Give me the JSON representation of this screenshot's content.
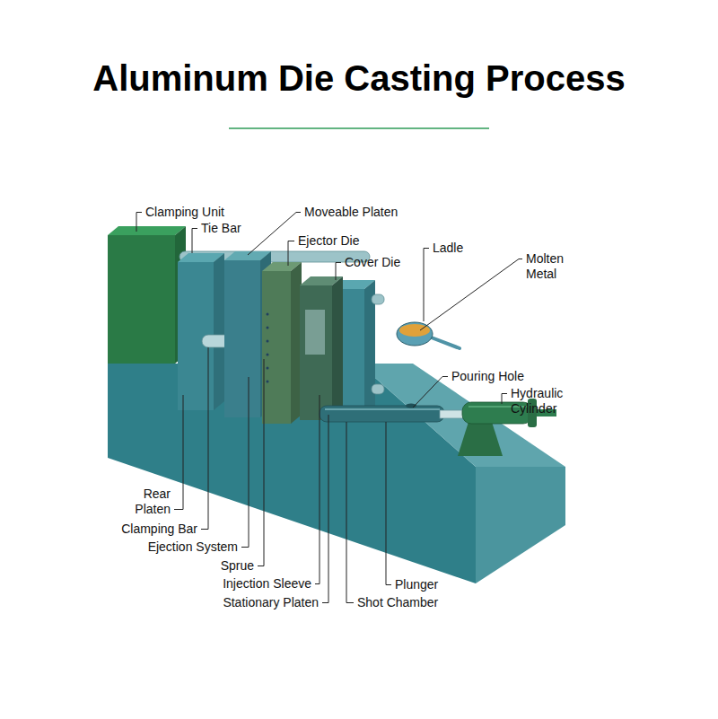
{
  "diagram": {
    "title": "Aluminum Die Casting Process",
    "labels": [
      "Clamping Unit",
      "Tie Bar",
      "Moveable Platen",
      "Ejector Die",
      "Cover Die",
      "Ladle",
      "Molten Metal",
      "Pouring Hole",
      "Hydraulic Cylinder",
      "Rear Platen",
      "Clamping Bar",
      "Ejection System",
      "Sprue",
      "Injection Sleeve",
      "Stationary Platen",
      "Plunger",
      "Shot Chamber"
    ]
  }
}
